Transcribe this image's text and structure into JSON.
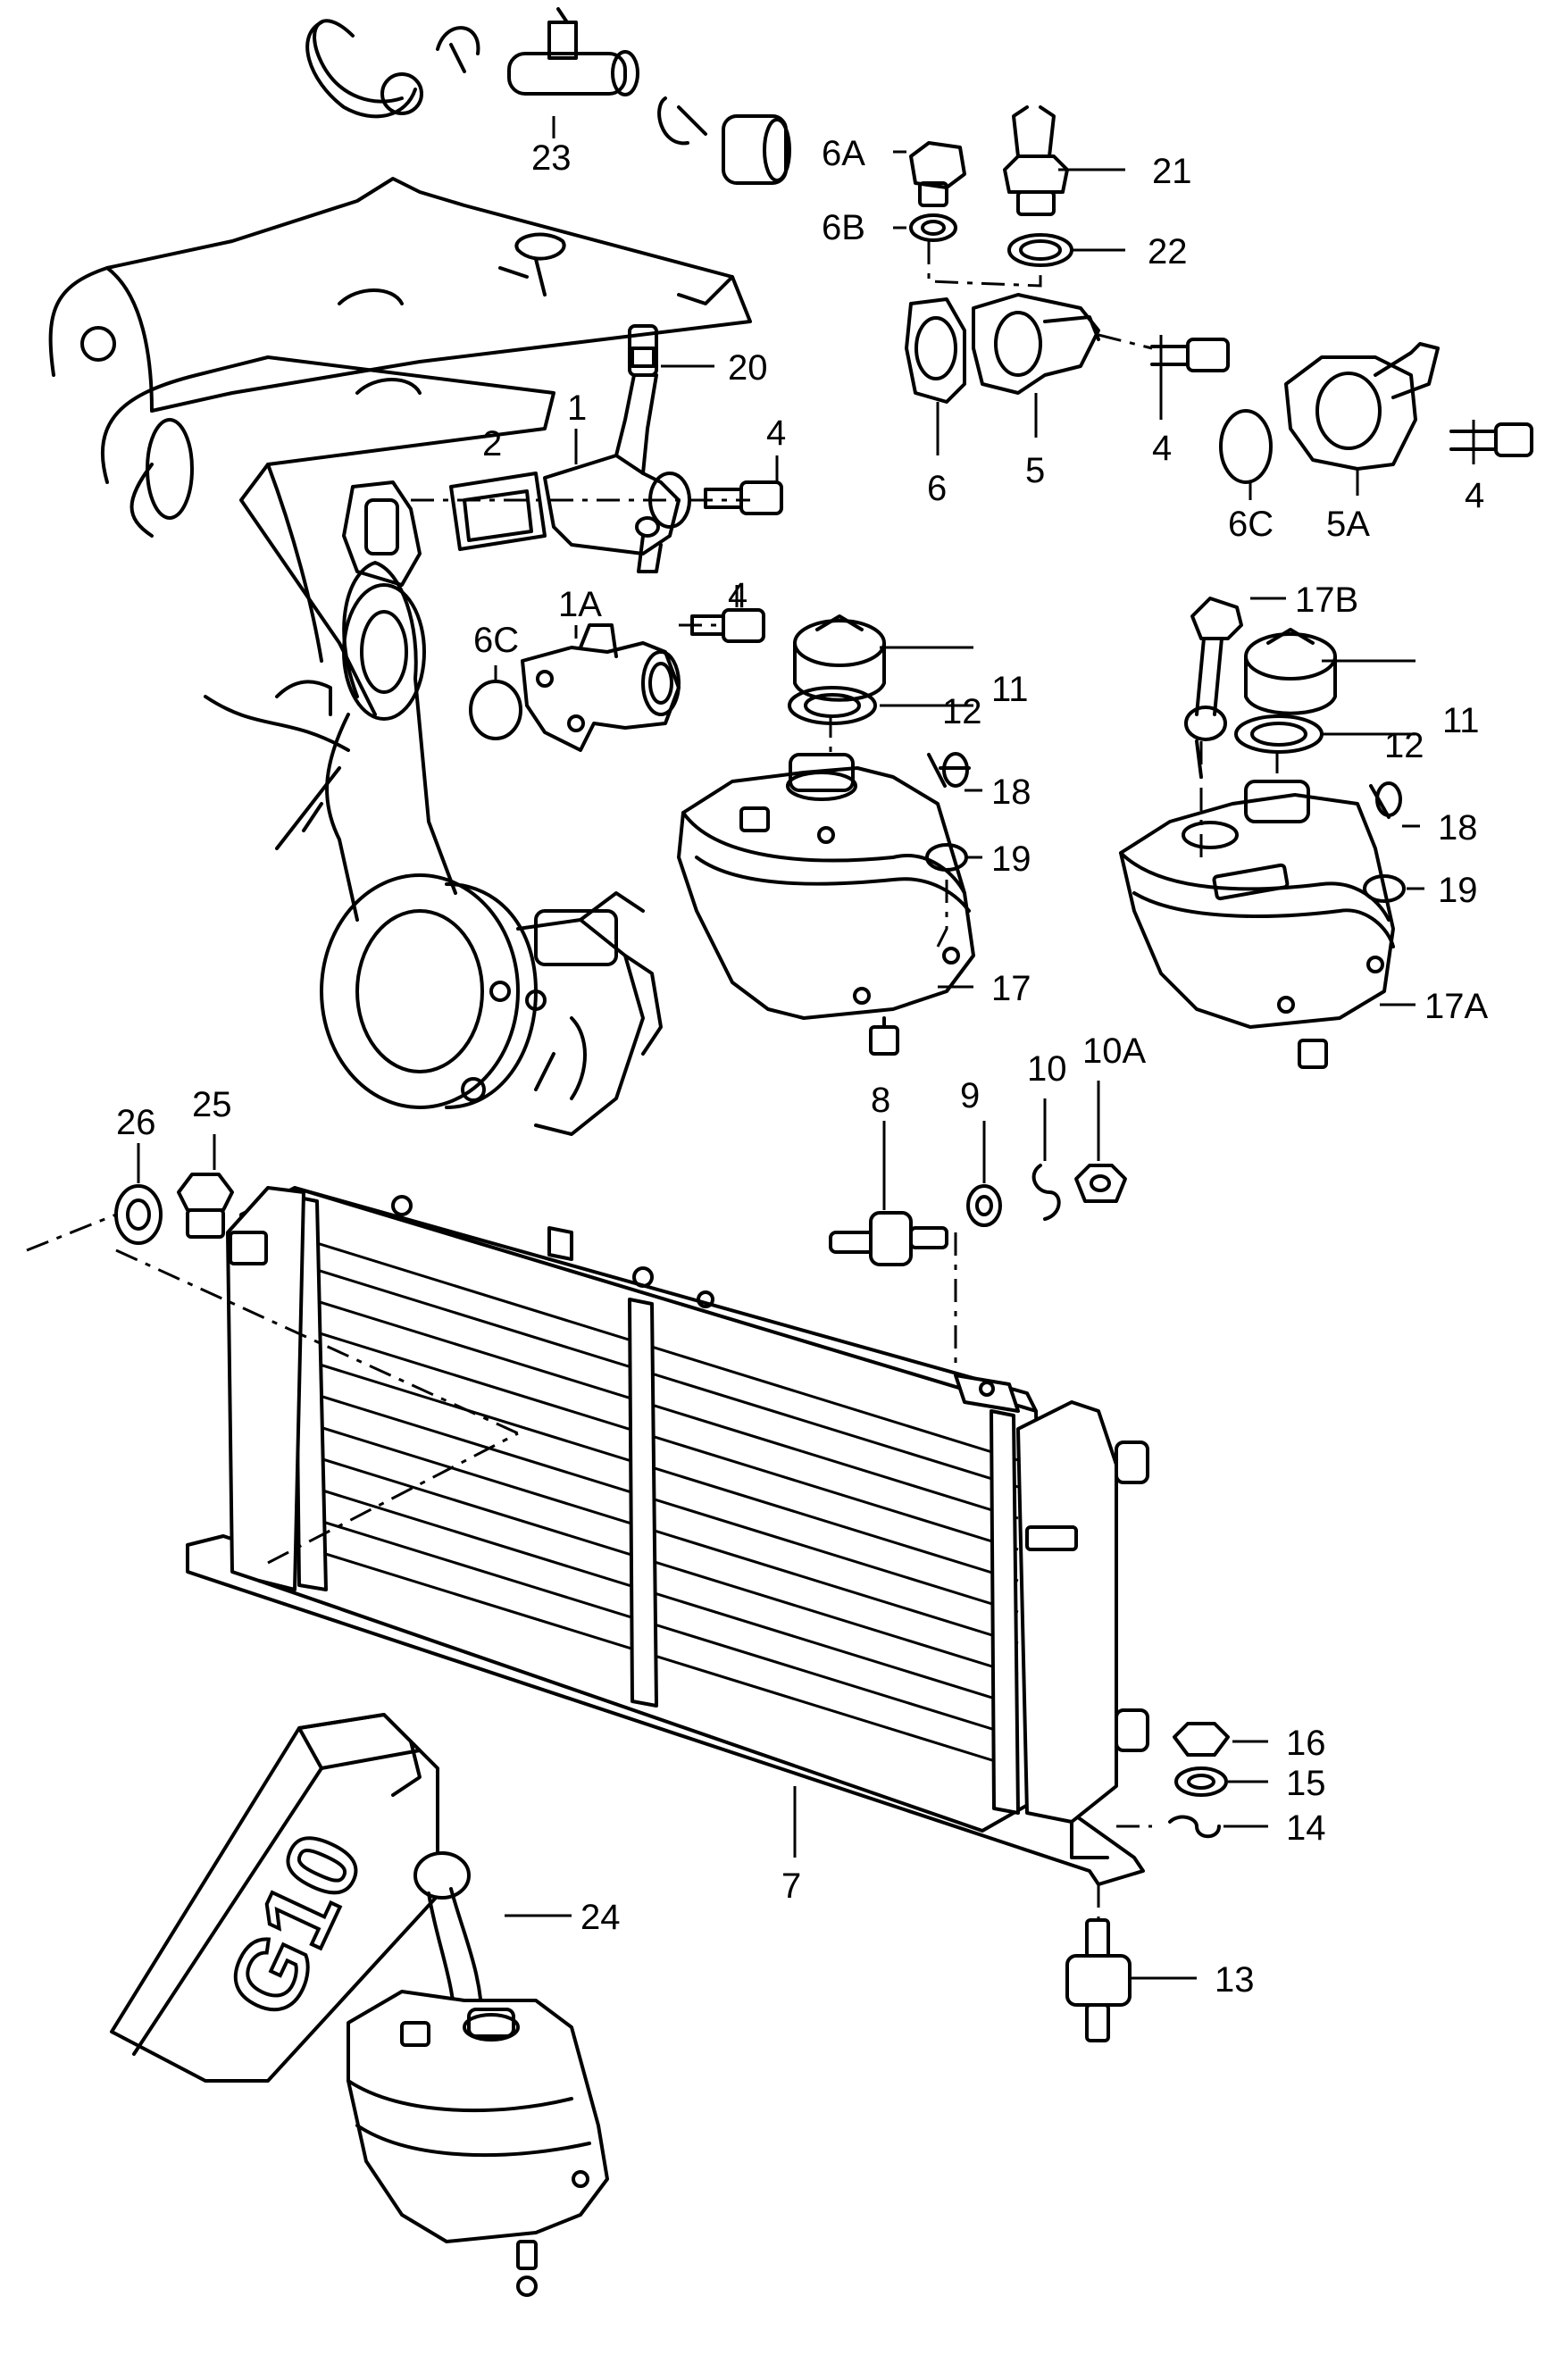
{
  "diagram": {
    "callouts": [
      "1",
      "1A",
      "2",
      "4",
      "5",
      "5A",
      "6",
      "6A",
      "6B",
      "6C",
      "7",
      "8",
      "9",
      "10",
      "10A",
      "11",
      "12",
      "13",
      "14",
      "15",
      "16",
      "17",
      "17A",
      "17B",
      "18",
      "19",
      "20",
      "21",
      "22",
      "23",
      "24",
      "25",
      "26"
    ],
    "can_marking": "G10"
  }
}
